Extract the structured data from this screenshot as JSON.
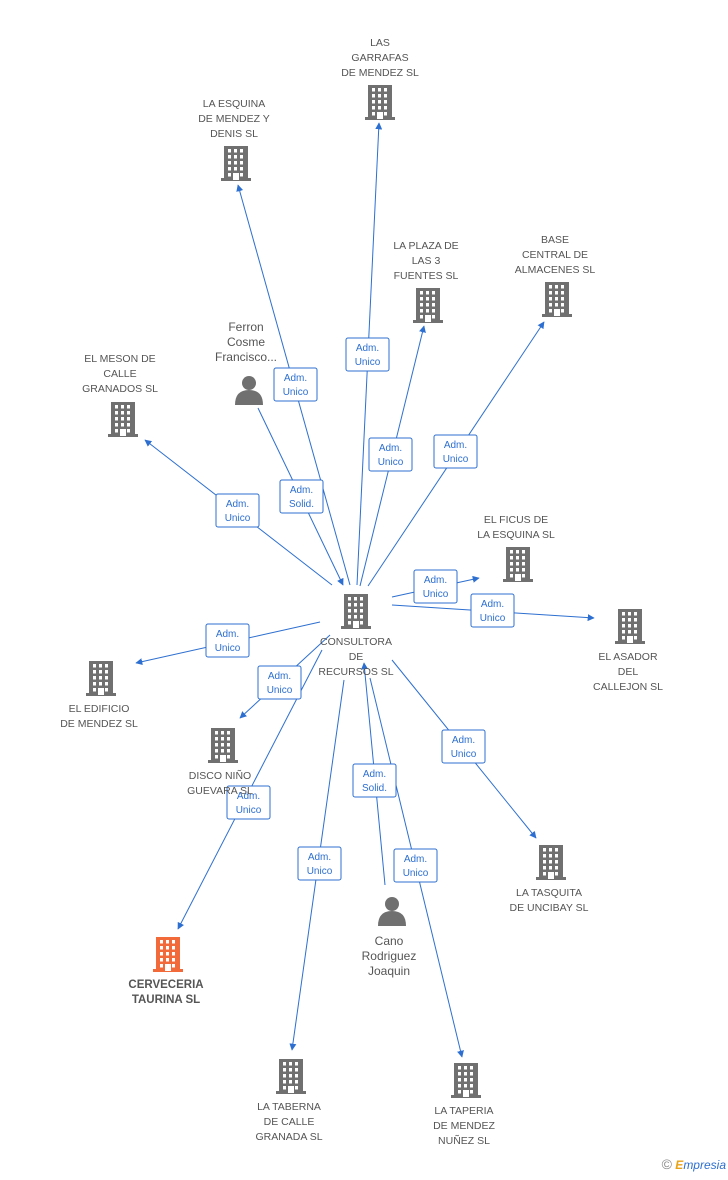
{
  "colors": {
    "edge": "#2d6fd0",
    "company": "#707070",
    "highlight": "#f26a3a",
    "person": "#707070"
  },
  "center": {
    "id": "consultora",
    "label": [
      "CONSULTORA",
      "DE",
      "RECURSOS SL"
    ]
  },
  "nodes": [
    {
      "id": "consultora",
      "type": "company",
      "label": [
        "CONSULTORA",
        "DE",
        "RECURSOS SL"
      ]
    },
    {
      "id": "garrafas",
      "type": "company",
      "label": [
        "LAS",
        "GARRAFAS",
        "DE MENDEZ SL"
      ]
    },
    {
      "id": "esquina_denis",
      "type": "company",
      "label": [
        "LA ESQUINA",
        "DE MENDEZ Y",
        "DENIS SL"
      ]
    },
    {
      "id": "plaza",
      "type": "company",
      "label": [
        "LA PLAZA DE",
        "LAS 3",
        "FUENTES SL"
      ]
    },
    {
      "id": "base",
      "type": "company",
      "label": [
        "BASE",
        "CENTRAL DE",
        "ALMACENES SL"
      ]
    },
    {
      "id": "ferron",
      "type": "person",
      "label": [
        "Ferron",
        "Cosme",
        "Francisco..."
      ]
    },
    {
      "id": "meson",
      "type": "company",
      "label": [
        "EL MESON DE",
        "CALLE",
        "GRANADOS SL"
      ]
    },
    {
      "id": "ficus",
      "type": "company",
      "label": [
        "EL FICUS DE",
        "LA ESQUINA SL"
      ]
    },
    {
      "id": "asador",
      "type": "company",
      "label": [
        "EL ASADOR",
        "DEL",
        "CALLEJON SL"
      ]
    },
    {
      "id": "edificio",
      "type": "company",
      "label": [
        "EL EDIFICIO",
        "DE MENDEZ SL"
      ]
    },
    {
      "id": "disco",
      "type": "company",
      "label": [
        "DISCO NIÑO",
        "GUEVARA SL"
      ]
    },
    {
      "id": "tasquita",
      "type": "company",
      "label": [
        "LA TASQUITA",
        "DE UNCIBAY SL"
      ]
    },
    {
      "id": "cerveceria",
      "type": "company",
      "highlight": true,
      "label": [
        "CERVECERIA",
        "TAURINA SL"
      ]
    },
    {
      "id": "cano",
      "type": "person",
      "label": [
        "Cano",
        "Rodriguez",
        "Joaquin"
      ]
    },
    {
      "id": "taberna",
      "type": "company",
      "label": [
        "LA TABERNA",
        "DE CALLE",
        "GRANADA SL"
      ]
    },
    {
      "id": "taperia",
      "type": "company",
      "label": [
        "LA TAPERIA",
        "DE MENDEZ",
        "NUÑEZ SL"
      ]
    }
  ],
  "edges": [
    {
      "from": "consultora",
      "to": "garrafas",
      "label": [
        "Adm.",
        "Unico"
      ]
    },
    {
      "from": "consultora",
      "to": "esquina_denis",
      "label": [
        "Adm.",
        "Unico"
      ]
    },
    {
      "from": "consultora",
      "to": "plaza",
      "label": [
        "Adm.",
        "Unico"
      ]
    },
    {
      "from": "consultora",
      "to": "base",
      "label": [
        "Adm.",
        "Unico"
      ]
    },
    {
      "from": "ferron",
      "to": "consultora",
      "label": [
        "Adm.",
        "Solid."
      ]
    },
    {
      "from": "consultora",
      "to": "meson",
      "label": [
        "Adm.",
        "Unico"
      ]
    },
    {
      "from": "consultora",
      "to": "ficus",
      "label": [
        "Adm.",
        "Unico"
      ]
    },
    {
      "from": "consultora",
      "to": "asador",
      "label": [
        "Adm.",
        "Unico"
      ]
    },
    {
      "from": "consultora",
      "to": "edificio",
      "label": [
        "Adm.",
        "Unico"
      ]
    },
    {
      "from": "consultora",
      "to": "disco",
      "label": [
        "Adm.",
        "Unico"
      ]
    },
    {
      "from": "consultora",
      "to": "tasquita",
      "label": [
        "Adm.",
        "Unico"
      ]
    },
    {
      "from": "consultora",
      "to": "cerveceria",
      "label": [
        "Adm.",
        "Unico"
      ]
    },
    {
      "from": "cano",
      "to": "consultora",
      "label": [
        "Adm.",
        "Solid."
      ]
    },
    {
      "from": "consultora",
      "to": "taberna",
      "label": [
        "Adm.",
        "Unico"
      ]
    },
    {
      "from": "consultora",
      "to": "taperia",
      "label": [
        "Adm.",
        "Unico"
      ]
    }
  ],
  "copyright": {
    "symbol": "©",
    "brand_initial": "E",
    "brand_rest": "mpresia"
  }
}
